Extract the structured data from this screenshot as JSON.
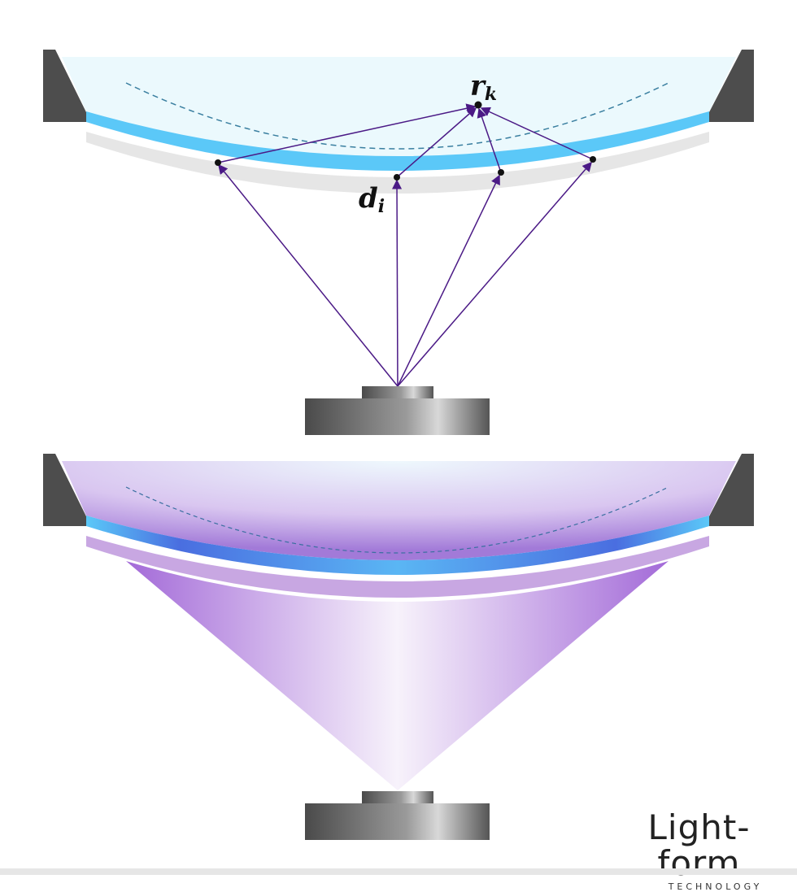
{
  "labels": {
    "reflection_point": "r",
    "reflection_sub": "k",
    "detector_point": "d",
    "detector_sub": "i"
  },
  "logo": {
    "name": "Light-form",
    "tagline": "TECHNOLOGY"
  },
  "colors": {
    "bracket": "#4d4d4d",
    "lens_band": "#5bc8f8",
    "fill": "#ebf9fd",
    "rays": "#4b1a86",
    "gray_band": "#e6e6e6",
    "purple": "#a678d8"
  }
}
